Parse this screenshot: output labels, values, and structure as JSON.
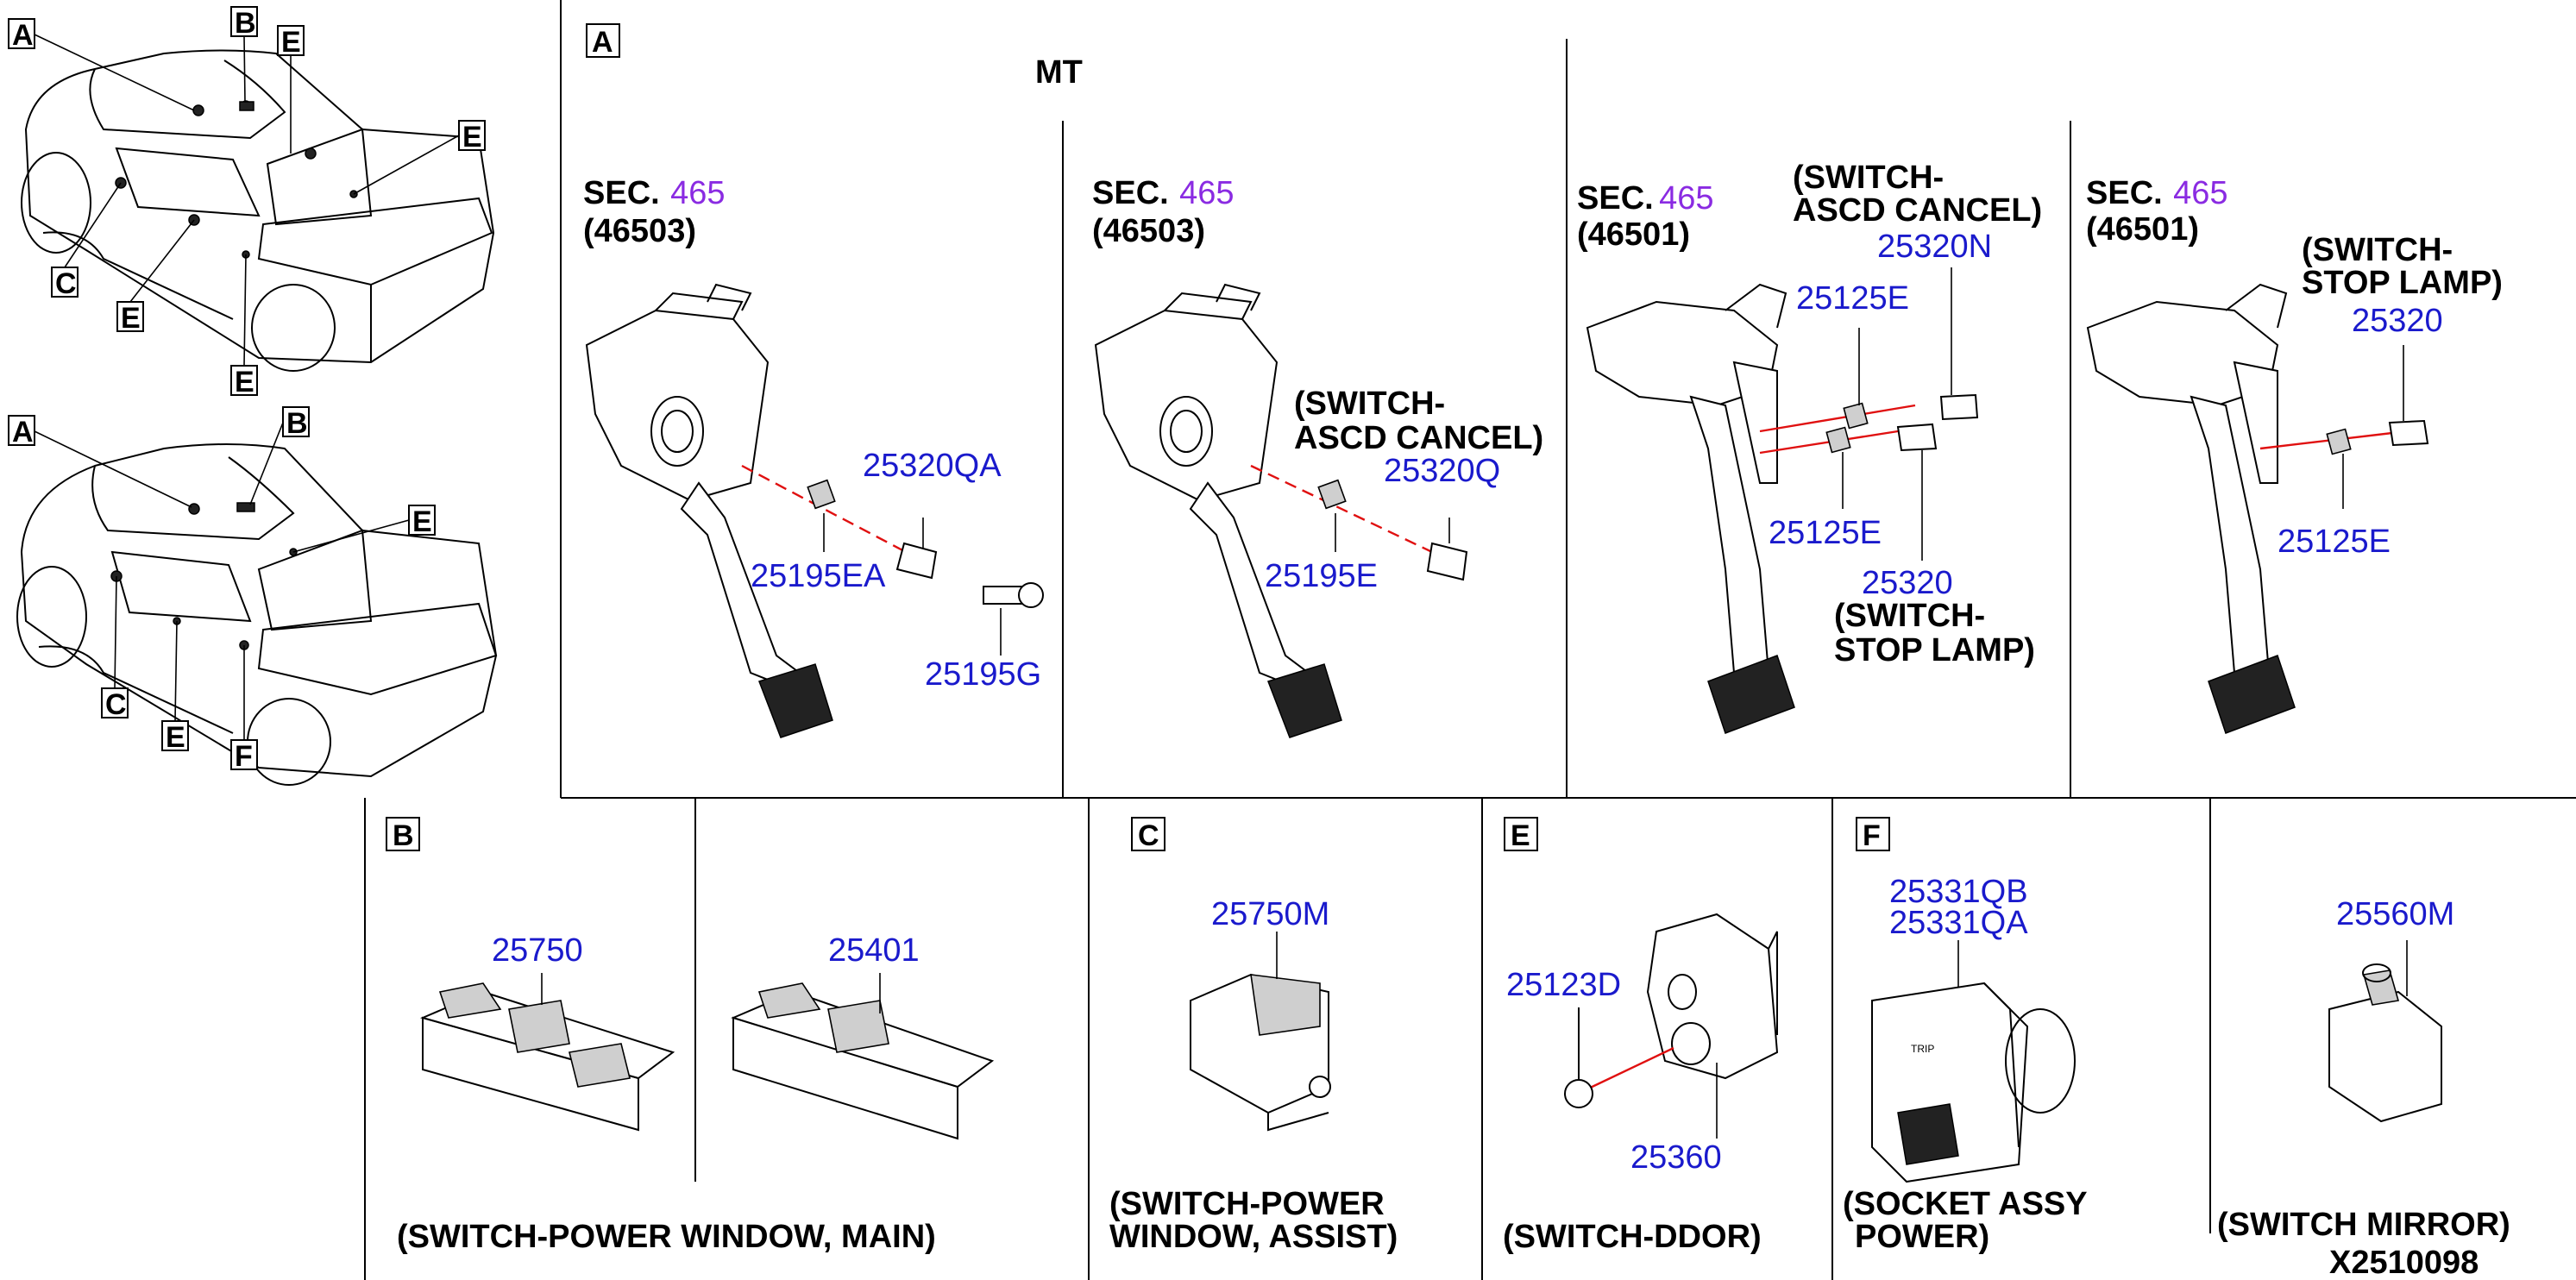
{
  "diagram": {
    "code": "X2510098",
    "section_marks": {
      "a": "A",
      "b": "B",
      "c": "C",
      "e": "E",
      "f": "F"
    },
    "vehicle_callouts": {
      "upper": [
        "A",
        "B",
        "E",
        "E",
        "C",
        "E",
        "E"
      ],
      "lower": [
        "A",
        "B",
        "E",
        "C",
        "E",
        "F"
      ]
    },
    "panel_a": {
      "label": "A",
      "title": "MT",
      "sub1": {
        "sec_prefix": "SEC.",
        "sec_num": "465",
        "sec_ref": "(46503)",
        "parts": [
          "25320QA",
          "25195EA",
          "25195G"
        ]
      },
      "sub2": {
        "sec_prefix": "SEC.",
        "sec_num": "465",
        "sec_ref": "(46503)",
        "caption_line1": "(SWITCH-",
        "caption_line2": "ASCD CANCEL)",
        "parts": [
          "25320Q",
          "25195E"
        ]
      },
      "sub3": {
        "sec_prefix": "SEC.",
        "sec_num": "465",
        "sec_ref": "(46501)",
        "top_caption_line1": "(SWITCH-",
        "top_caption_line2": "ASCD CANCEL)",
        "parts": [
          "25320N",
          "25125E",
          "25125E",
          "25320"
        ],
        "bottom_caption_line1": "(SWITCH-",
        "bottom_caption_line2": "STOP LAMP)"
      },
      "sub4": {
        "sec_prefix": "SEC.",
        "sec_num": "465",
        "sec_ref": "(46501)",
        "caption_line1": "(SWITCH-",
        "caption_line2": "STOP LAMP)",
        "parts": [
          "25320",
          "25125E"
        ]
      }
    },
    "panel_b": {
      "label": "B",
      "parts": [
        "25750",
        "25401"
      ],
      "caption": "(SWITCH-POWER WINDOW, MAIN)"
    },
    "panel_c": {
      "label": "C",
      "parts": [
        "25750M"
      ],
      "caption_line1": "(SWITCH-POWER",
      "caption_line2": "WINDOW, ASSIST)"
    },
    "panel_e": {
      "label": "E",
      "parts": [
        "25123D",
        "25360"
      ],
      "caption": "(SWITCH-DDOR)"
    },
    "panel_f": {
      "label": "F",
      "parts": [
        "25331QB",
        "25331QA"
      ],
      "caption_line1": "(SOCKET ASSY",
      "caption_line2": "POWER)"
    },
    "panel_mirror": {
      "parts": [
        "25560M"
      ],
      "caption": "(SWITCH MIRROR)"
    }
  },
  "colors": {
    "part_number": "#1a1acc",
    "section_number": "#8a2be2",
    "leader_line": "#e01010",
    "text": "#000000"
  }
}
